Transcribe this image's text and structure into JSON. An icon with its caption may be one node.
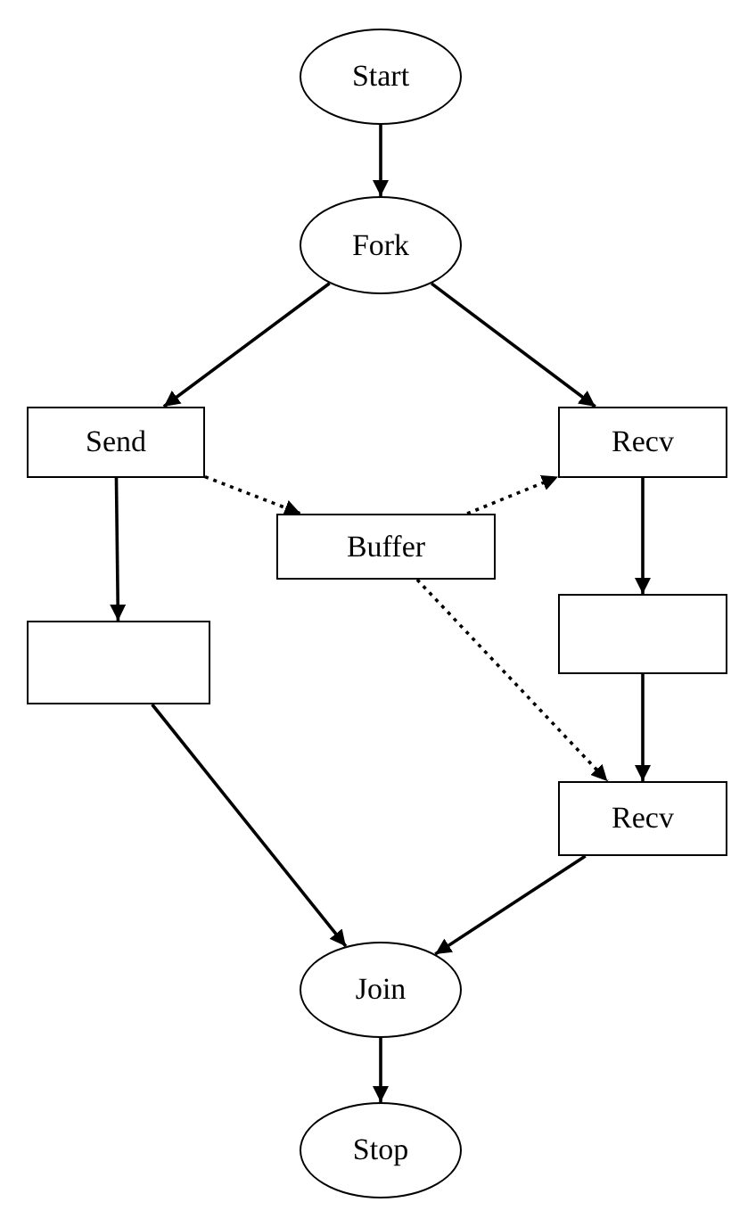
{
  "diagram": {
    "nodes": [
      {
        "text": [
          "Start"
        ]
      },
      {
        "text": [
          "Fork"
        ]
      },
      {
        "text": [
          "Send"
        ]
      },
      {
        "text": [
          "Recv"
        ]
      },
      {
        "text": [
          "Buffer"
        ]
      },
      {
        "text": [],
        "shape": "box"
      },
      {
        "text": [],
        "shape": "box"
      },
      {
        "text": [
          "Recv"
        ]
      },
      {
        "text": [
          "Join"
        ]
      },
      {
        "text": [
          "Stop"
        ]
      }
    ],
    "edges": [
      {
        "from": 0,
        "to": 1,
        "arrow": "to"
      },
      {
        "from": 1,
        "to": 2,
        "arrow": "to"
      },
      {
        "from": 1,
        "to": 3,
        "arrow": "to"
      },
      {
        "from": 2,
        "to": 4,
        "arrow": "to",
        "style": "dashed"
      },
      {
        "from": 4,
        "to": 3,
        "arrow": "to",
        "style": "dashed"
      },
      {
        "from": 2,
        "to": 5,
        "arrow": "to"
      },
      {
        "from": 3,
        "to": 6,
        "arrow": "to"
      },
      {
        "from": 6,
        "to": 7,
        "arrow": "to"
      },
      {
        "from": 4,
        "to": 7,
        "arrow": "to",
        "style": "dashed"
      },
      {
        "from": 5,
        "to": 8,
        "arrow": "to"
      },
      {
        "from": 7,
        "to": 8,
        "arrow": "to"
      },
      {
        "from": 8,
        "to": 9,
        "arrow": "to"
      }
    ]
  }
}
